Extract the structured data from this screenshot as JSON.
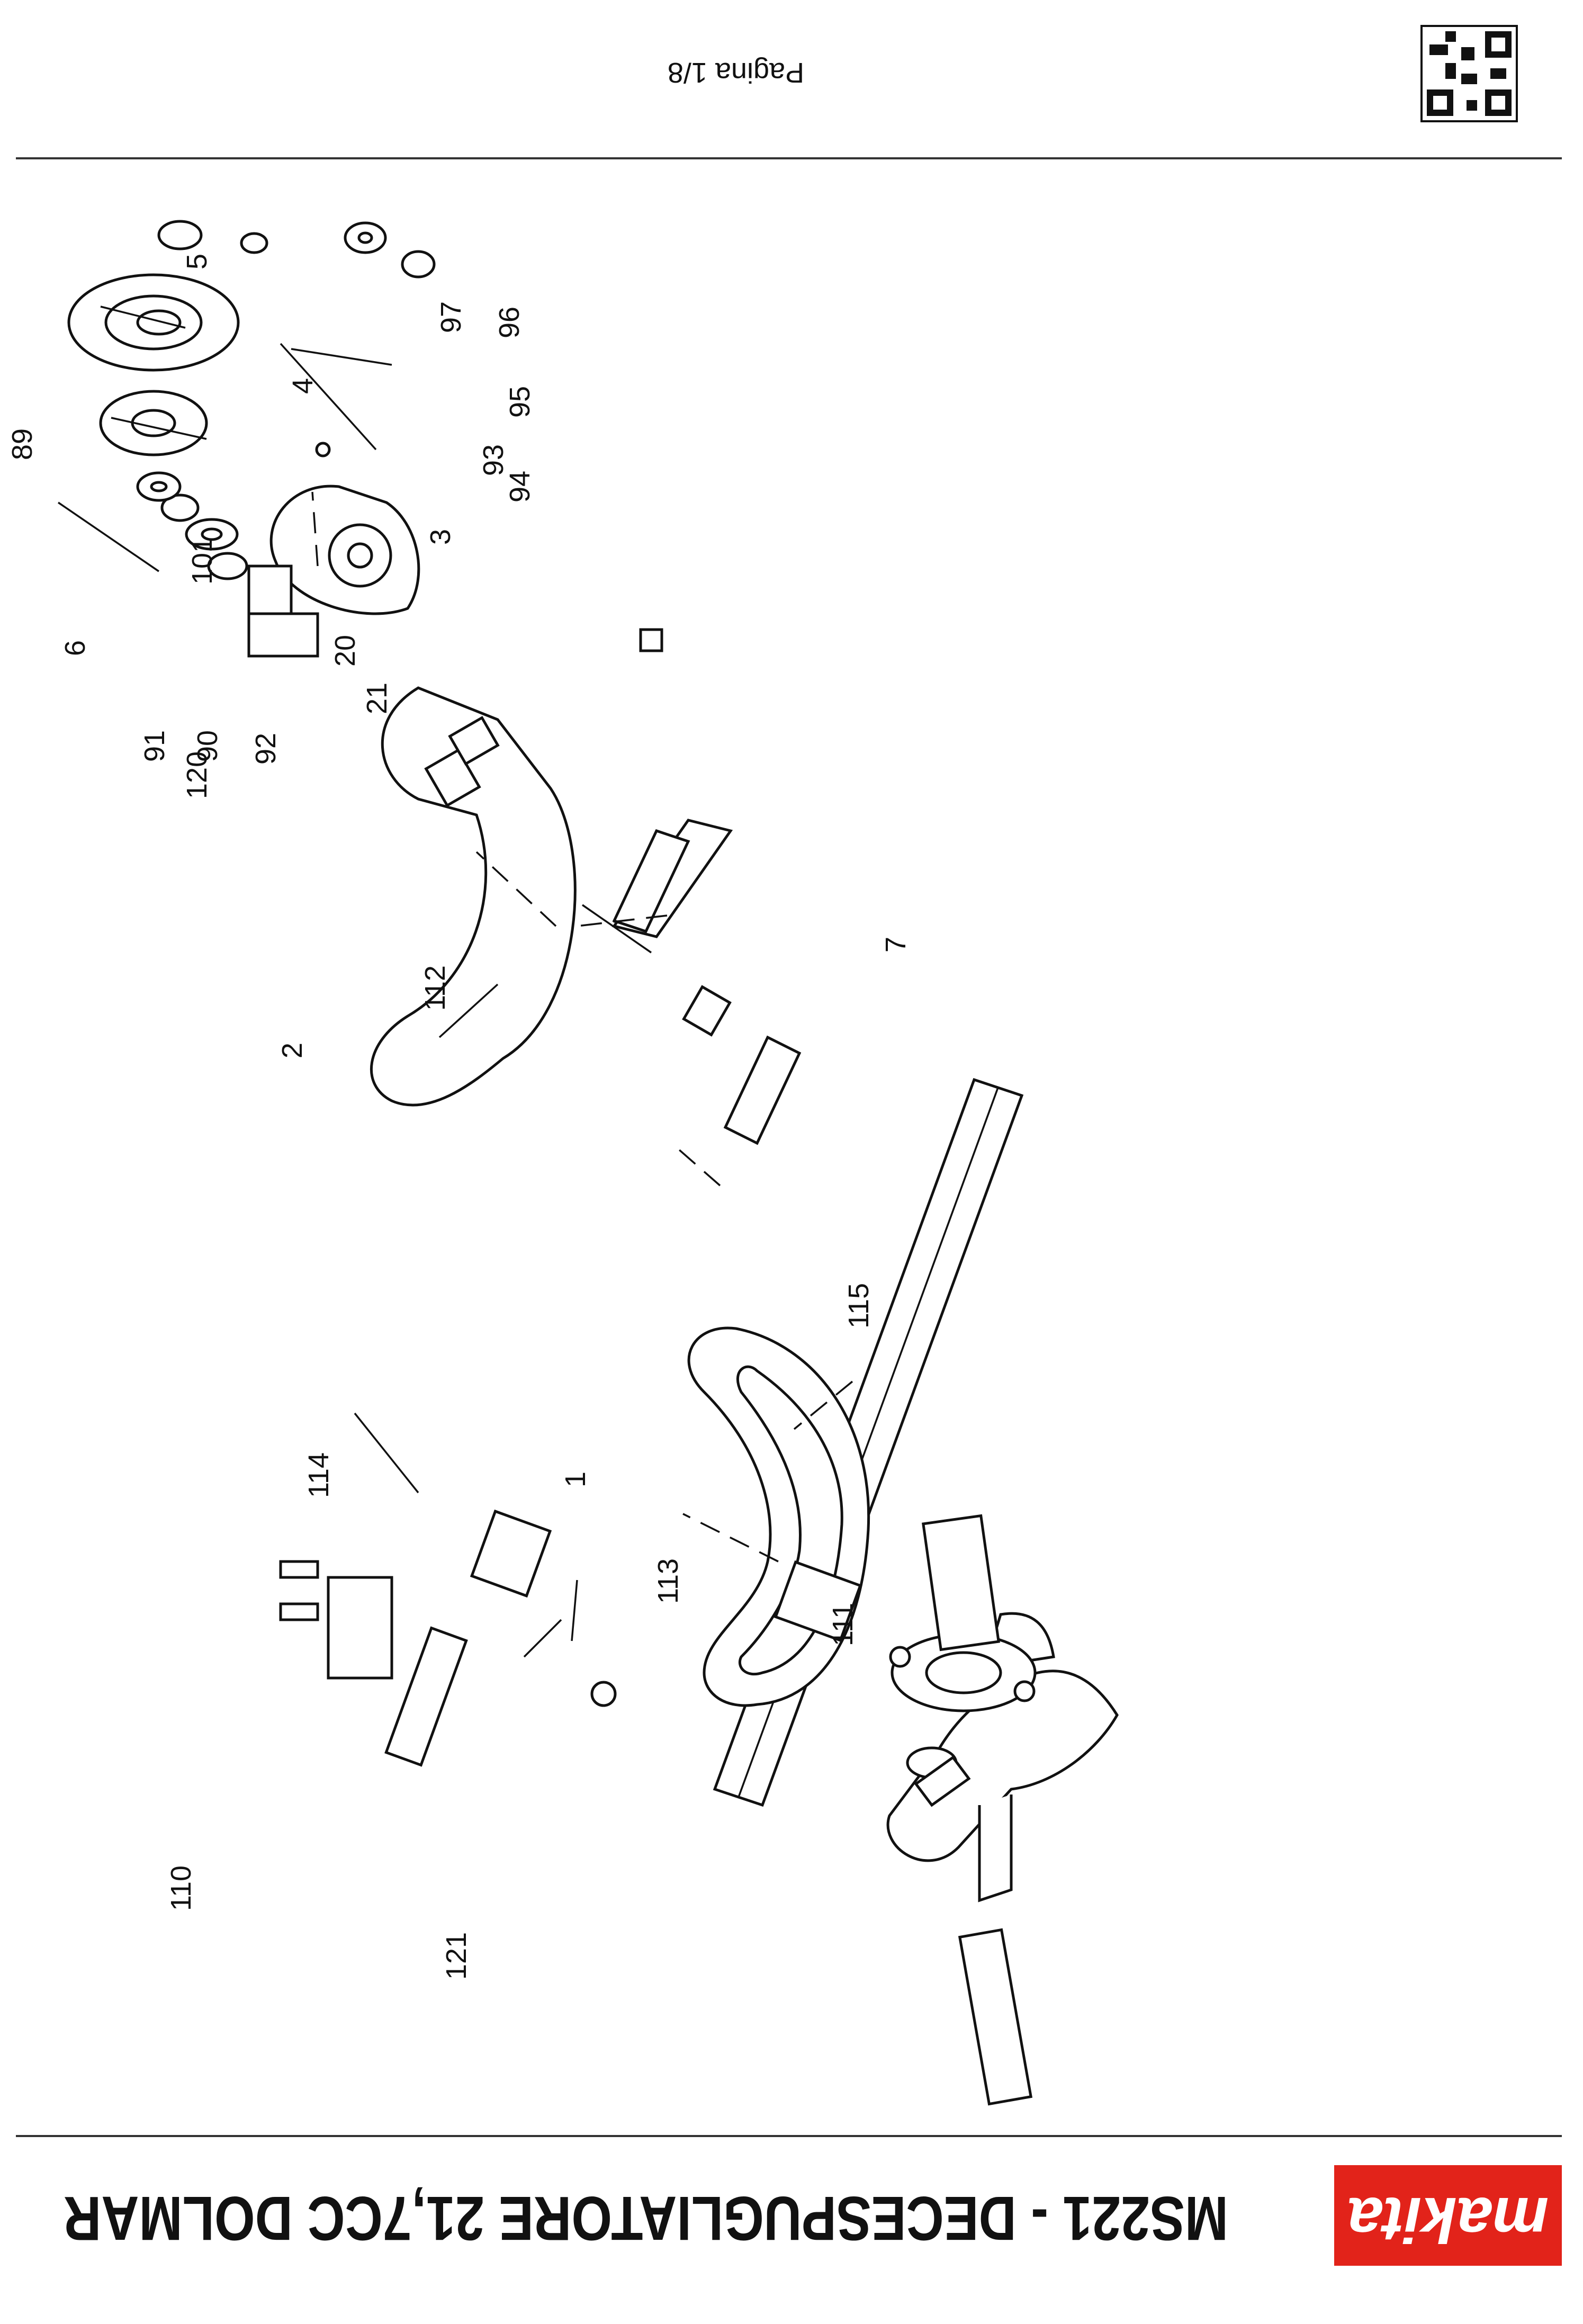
{
  "document": {
    "title": "MS221 - DECESPUGLIATORE 21,7CC DOLMAR",
    "brand": "makita",
    "page_label": "Pagina 1/8",
    "brand_color": "#e2231a"
  },
  "callouts": [
    "1",
    "2",
    "3",
    "4",
    "5",
    "6",
    "7",
    "20",
    "21",
    "89",
    "90",
    "91",
    "92",
    "93",
    "94",
    "95",
    "96",
    "97",
    "101",
    "110",
    "111",
    "112",
    "113",
    "114",
    "115",
    "120",
    "121"
  ]
}
